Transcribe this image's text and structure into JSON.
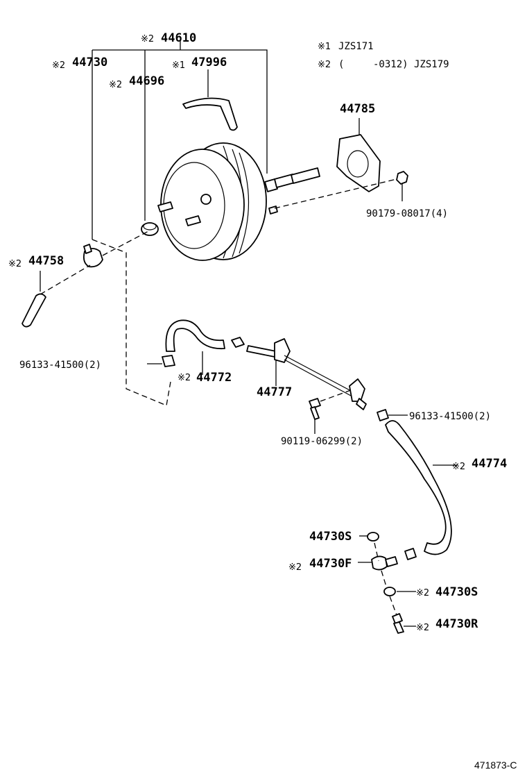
{
  "legend": {
    "line1_mark": "※1",
    "line1_text": "JZS171",
    "line2_mark": "※2",
    "line2_open": "(",
    "line2_text": "-0312) JZS179"
  },
  "labels": {
    "p44610": {
      "mark": "※2",
      "part": "44610"
    },
    "p44730": {
      "mark": "※2",
      "part": "44730"
    },
    "p47996": {
      "mark": "※1",
      "part": "47996"
    },
    "p44696": {
      "mark": "※2",
      "part": "44696"
    },
    "p44785": {
      "part": "44785"
    },
    "p90179": {
      "part": "90179-08017(4)"
    },
    "p44758": {
      "mark": "※2",
      "part": "44758"
    },
    "p96133a": {
      "part": "96133-41500(2)"
    },
    "p44772": {
      "mark": "※2",
      "part": "44772"
    },
    "p44777": {
      "part": "44777"
    },
    "p96133b": {
      "part": "96133-41500(2)"
    },
    "p90119": {
      "part": "90119-06299(2)"
    },
    "p44774": {
      "mark": "※2",
      "part": "44774"
    },
    "p44730S1": {
      "part": "44730S"
    },
    "p44730F": {
      "mark": "※2",
      "part": "44730F"
    },
    "p44730S2": {
      "mark": "※2",
      "part": "44730S"
    },
    "p44730R": {
      "mark": "※2",
      "part": "44730R"
    }
  },
  "footer_code": "471873-C"
}
